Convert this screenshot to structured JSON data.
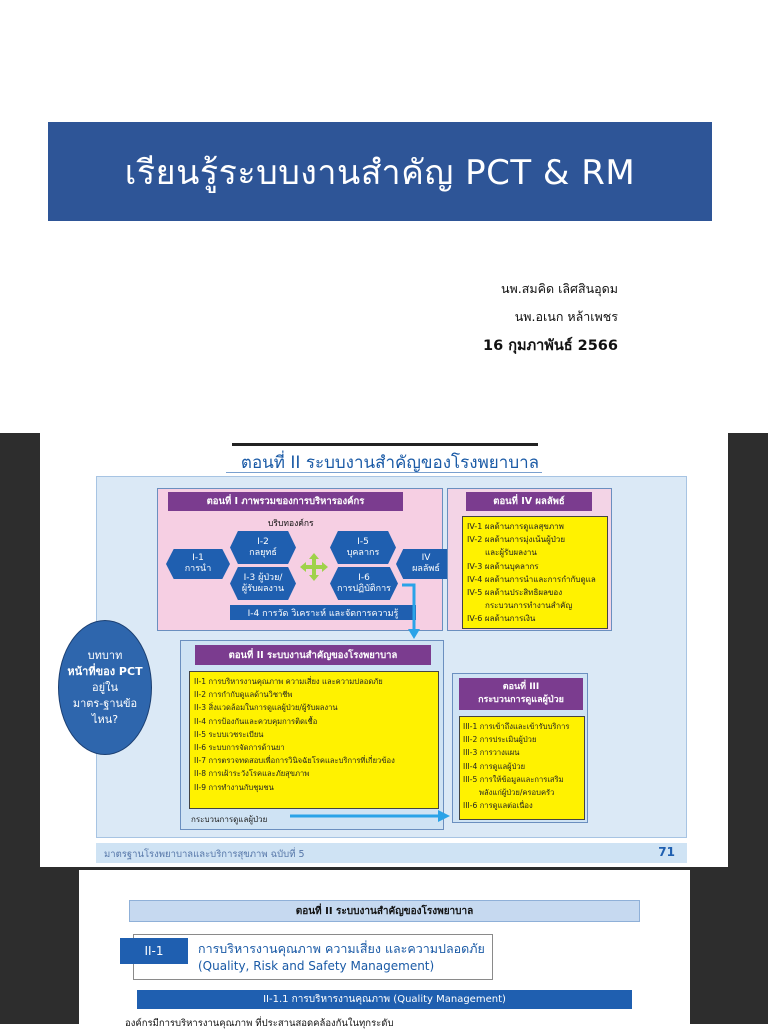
{
  "slide": {
    "title": "เรียนรู้ระบบงานสำคัญ PCT & RM",
    "authors": [
      "นพ.สมคิด เลิศสินอุดม",
      "นพ.อเนก หล้าเพชร"
    ],
    "date": "16 กุมภาพันธ์ 2566"
  },
  "page71": {
    "heading": "ตอนที่ II ระบบงานสำคัญของโรงพยาบาล",
    "part1": {
      "title": "ตอนที่ I ภาพรวมของการบริหารองค์กร",
      "subtitle": "บริบทองค์กร",
      "items": [
        [
          "I-1",
          "การนำ"
        ],
        [
          "I-2",
          "กลยุทธ์"
        ],
        [
          "I-3 ผู้ป่วย/",
          "ผู้รับผลงาน"
        ],
        [
          "I-5",
          "บุคลากร"
        ],
        [
          "I-6",
          "การปฏิบัติการ"
        ],
        [
          "IV",
          "ผลลัพธ์"
        ]
      ],
      "bottom": "I-4 การวัด วิเคราะห์ และจัดการความรู้"
    },
    "part4": {
      "title": "ตอนที่ IV ผลลัพธ์",
      "items": [
        "IV-1 ผลด้านการดูแลสุขภาพ",
        "IV-2 ผลด้านการมุ่งเน้นผู้ป่วย",
        "และผู้รับผลงาน",
        "IV-3 ผลด้านบุคลากร",
        "IV-4 ผลด้านการนำและการกำกับดูแล",
        "IV-5 ผลด้านประสิทธิผลของ",
        "กระบวนการทำงานสำคัญ",
        "IV-6 ผลด้านการเงิน"
      ]
    },
    "part2": {
      "title": "ตอนที่ II ระบบงานสำคัญของโรงพยาบาล",
      "items": [
        "II-1 การบริหารงานคุณภาพ ความเสี่ยง และความปลอดภัย",
        "II-2 การกำกับดูแลด้านวิชาชีพ",
        "II-3 สิ่งแวดล้อมในการดูแลผู้ป่วย/ผู้รับผลงาน",
        "II-4 การป้องกันและควบคุมการติดเชื้อ",
        "II-5 ระบบเวชระเบียน",
        "II-6 ระบบการจัดการด้านยา",
        "II-7 การตรวจทดสอบเพื่อการวินิจฉัยโรคและบริการที่เกี่ยวข้อง",
        "II-8 การเฝ้าระวังโรคและภัยสุขภาพ",
        "II-9 การทำงานกับชุมชน"
      ],
      "process": "กระบวนการดูแลผู้ป่วย"
    },
    "part3": {
      "title_line1": "ตอนที่ III",
      "title_line2": "กระบวนการดูแลผู้ป่วย",
      "items": [
        "III-1 การเข้าถึงและเข้ารับบริการ",
        "III-2 การประเมินผู้ป่วย",
        "III-3 การวางแผน",
        "III-4 การดูแลผู้ป่วย",
        "III-5 การให้ข้อมูลและการเสริม",
        "พลังแก่ผู้ป่วย/ครอบครัว",
        "III-6 การดูแลต่อเนื่อง"
      ]
    },
    "oval": {
      "lines": [
        "บทบาท",
        "หน้าที่ของ PCT",
        "อยู่ใน",
        "มาตร-ฐานข้อ",
        "ไหน?"
      ]
    },
    "footer": {
      "text": "มาตรฐานโรงพยาบาลและบริการสุขภาพ ฉบับที่ 5",
      "page": "71"
    }
  },
  "page2": {
    "header": "ตอนที่ II ระบบงานสำคัญของโรงพยาบาล",
    "badge": "II-1",
    "title_th": "การบริหารงานคุณภาพ ความเสี่ยง และความปลอดภัย",
    "title_en": "(Quality, Risk and Safety Management)",
    "subsection": "II-1.1 การบริหารงานคุณภาพ (Quality Management)",
    "body": "องค์กรมีการบริหารงานคุณภาพ ที่ประสานสอดคล้องกันในทุกระดับ"
  },
  "colors": {
    "title_band": "#2e5597",
    "purple": "#7b3c8f",
    "yellow": "#fff200",
    "blue": "#1f5fb0"
  }
}
